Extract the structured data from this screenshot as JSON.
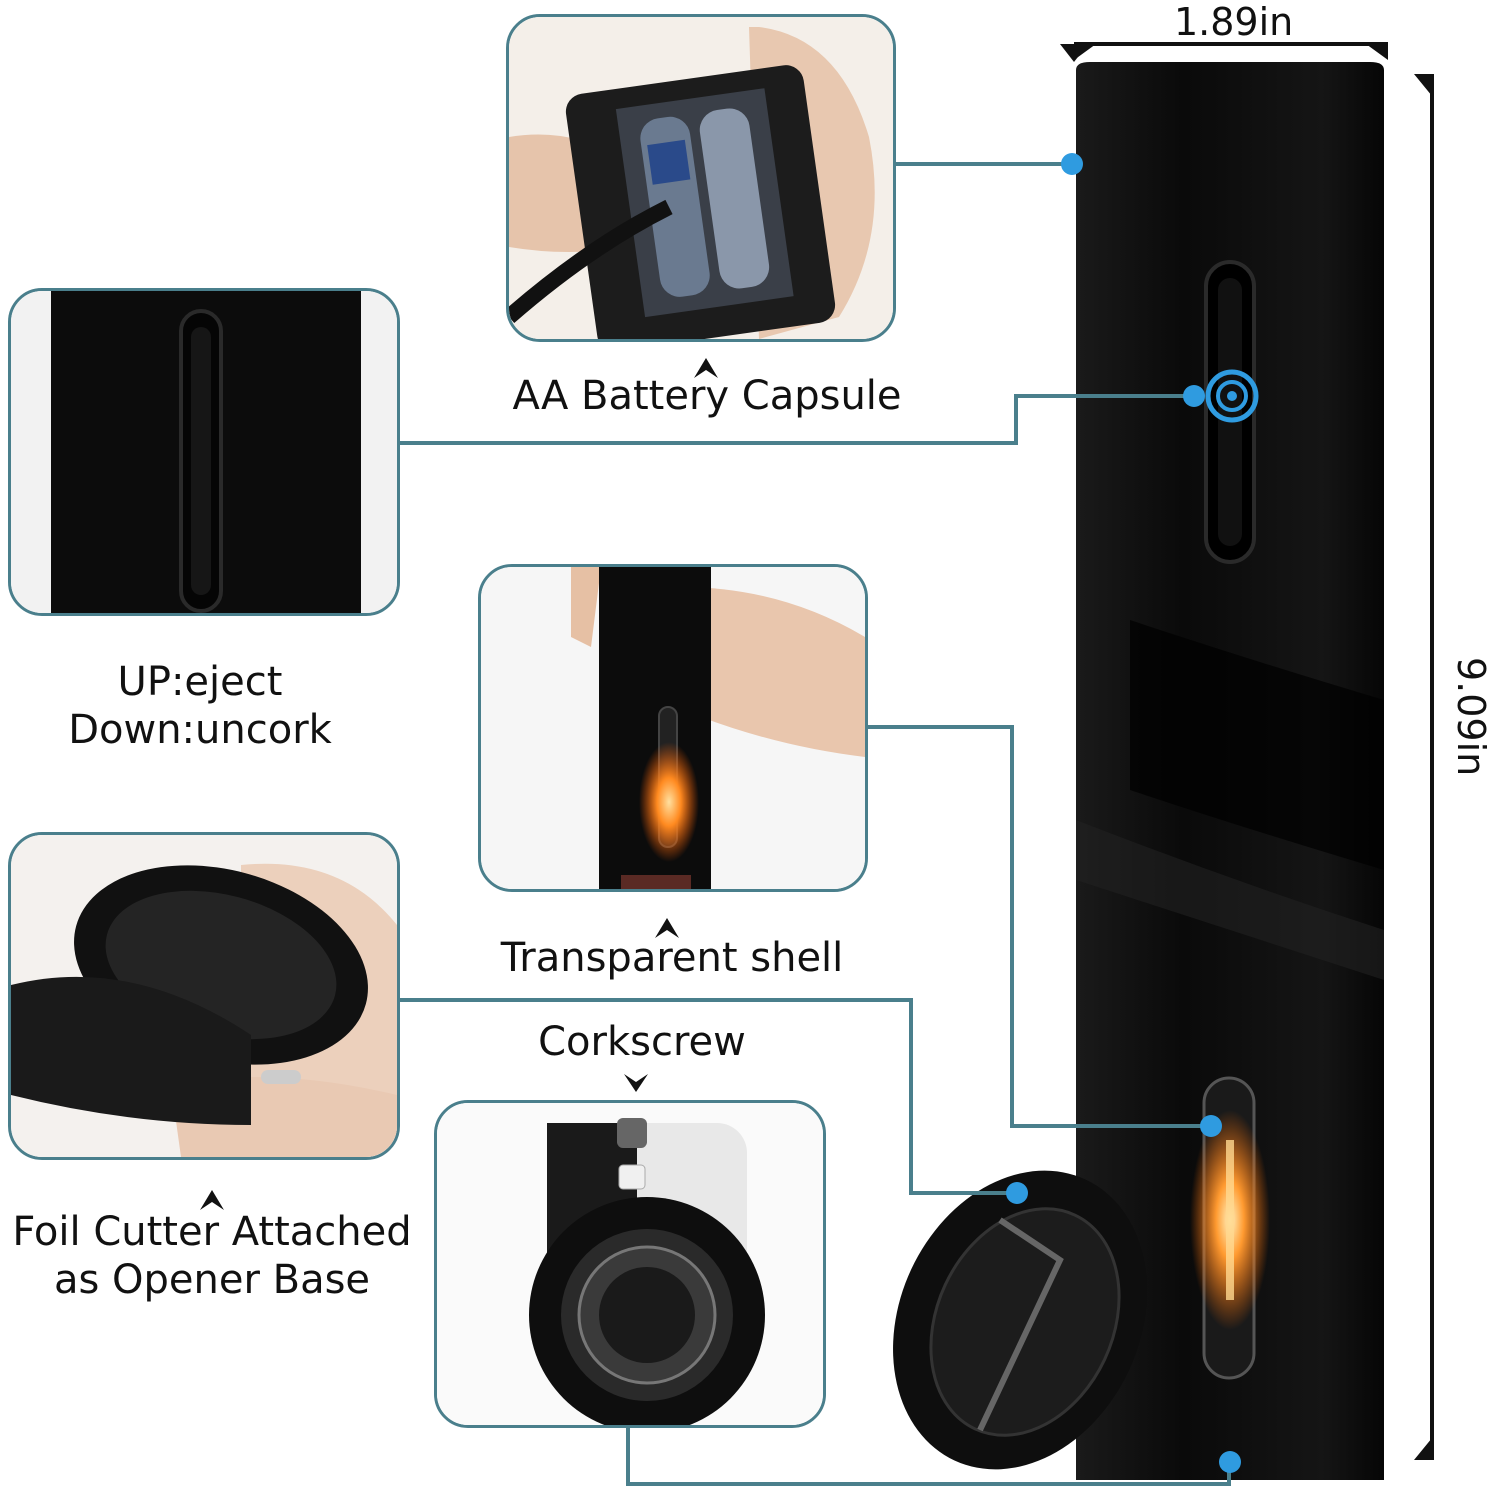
{
  "colors": {
    "leader": "#4a7f8c",
    "dot": "#2f9be0",
    "panel_border": "#4a7f8c",
    "device": "#0c0c0c"
  },
  "dimensions": {
    "width": "1.89in",
    "height": "9.09in"
  },
  "callouts": {
    "battery": {
      "label": "AA Battery Capsule",
      "icon": "battery-capsule-photo"
    },
    "button": {
      "label_up": "UP:eject",
      "label_down": "Down:uncork",
      "icon": "power-button-photo"
    },
    "shell": {
      "label": "Transparent shell",
      "icon": "transparent-shell-photo"
    },
    "foil": {
      "label_line1": "Foil Cutter Attached",
      "label_line2": "as Opener Base",
      "icon": "foil-cutter-photo"
    },
    "corkscrew": {
      "label": "Corkscrew",
      "icon": "corkscrew-photo"
    }
  }
}
